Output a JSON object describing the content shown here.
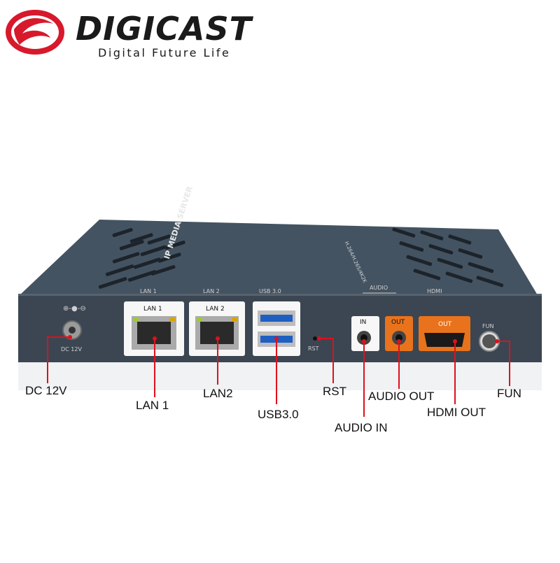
{
  "brand": {
    "name": "DIGICAST",
    "tagline": "Digital Future Life",
    "logo_color": "#d7192b"
  },
  "device": {
    "top_label": "IP MEDIA SERVER",
    "top_sublabel": "H.264/H.265/4K2K",
    "body_color": "#3f4a56",
    "accent_color": "#e8731c",
    "ports": {
      "dc_symbol": "⊕-●-⊖",
      "dc_label": "DC 12V",
      "lan1_top": "LAN 1",
      "lan1_inner": "LAN 1",
      "lan2_top": "LAN 2",
      "lan2_inner": "LAN 2",
      "usb_top": "USB 3.0",
      "rst": "RST",
      "audio_group": "AUDIO",
      "audio_in": "IN",
      "audio_out": "OUT",
      "hdmi_top": "HDMI",
      "hdmi_out": "OUT",
      "fun": "FUN"
    }
  },
  "callouts": {
    "dc": "DC 12V",
    "lan1": "LAN 1",
    "lan2": "LAN2",
    "usb": "USB3.0",
    "rst": "RST",
    "audio_in": "AUDIO IN",
    "audio_out": "AUDIO OUT",
    "hdmi_out": "HDMI OUT",
    "fun": "FUN"
  },
  "callout_color": "#e0101c"
}
